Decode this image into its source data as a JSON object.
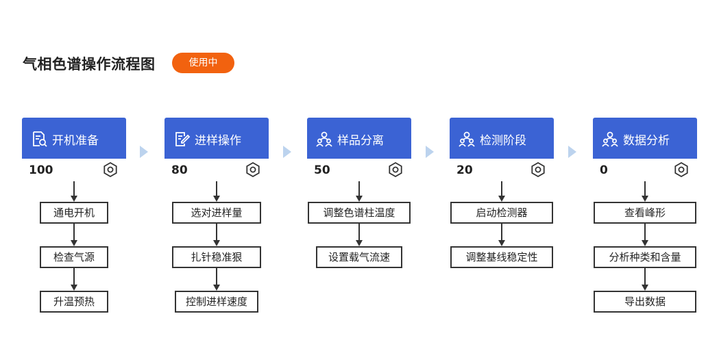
{
  "title": "气相色谱操作流程图",
  "badge": "使用中",
  "stages": [
    {
      "label": "开机准备",
      "icon": "search-document-icon",
      "score": "100",
      "steps": [
        "通电开机",
        "检查气源",
        "升温预热"
      ]
    },
    {
      "label": "进样操作",
      "icon": "edit-document-icon",
      "score": "80",
      "steps": [
        "选对进样量",
        "扎针稳准狠",
        "控制进样速度"
      ]
    },
    {
      "label": "样品分离",
      "icon": "user-group-icon",
      "score": "50",
      "steps": [
        "调整色谱柱温度",
        "设置载气流速"
      ]
    },
    {
      "label": "检测阶段",
      "icon": "user-group-icon",
      "score": "20",
      "steps": [
        "启动检测器",
        "调整基线稳定性"
      ]
    },
    {
      "label": "数据分析",
      "icon": "user-group-icon",
      "score": "0",
      "steps": [
        "查看峰形",
        "分析种类和含量",
        "导出数据"
      ]
    }
  ],
  "colors": {
    "header": "#3b63d4",
    "badge": "#f2620f",
    "chevron": "#bcd3ee",
    "line": "#333333"
  }
}
